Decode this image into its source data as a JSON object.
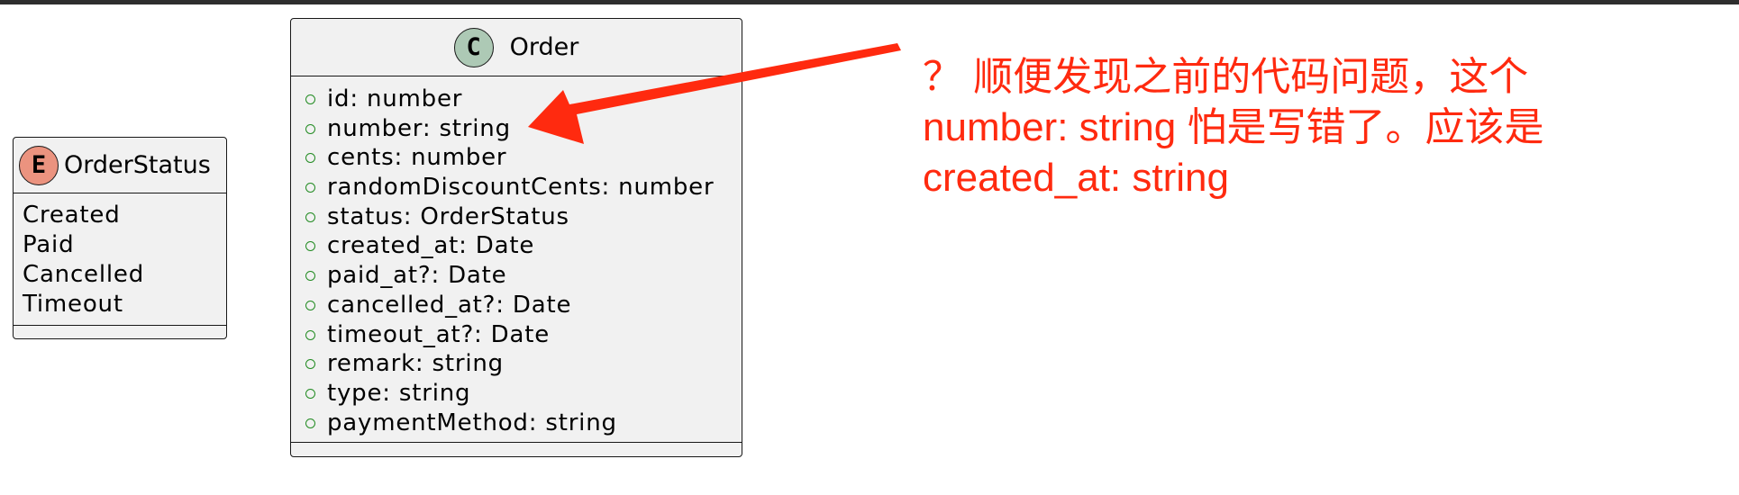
{
  "diagram": {
    "order_class": {
      "stereotype": "C",
      "name": "Order",
      "fields": [
        "id: number",
        "number: string",
        "cents: number",
        "randomDiscountCents: number",
        "status: OrderStatus",
        "created_at: Date",
        "paid_at?: Date",
        "cancelled_at?: Date",
        "timeout_at?: Date",
        "remark: string",
        "type: string",
        "paymentMethod: string"
      ]
    },
    "status_enum": {
      "stereotype": "E",
      "name": "OrderStatus",
      "values": [
        "Created",
        "Paid",
        "Cancelled",
        "Timeout"
      ]
    }
  },
  "annotation": {
    "lines": [
      "？ 顺便发现之前的代码问题，这个",
      "number: string 怕是写错了。应该是",
      "created_at: string"
    ]
  },
  "colors": {
    "box_fill": "#f1f1f1",
    "class_badge": "#adc9b5",
    "enum_badge": "#eb937f",
    "visibility_dot": "#228b22",
    "annotation_red": "#ff2a0f"
  }
}
